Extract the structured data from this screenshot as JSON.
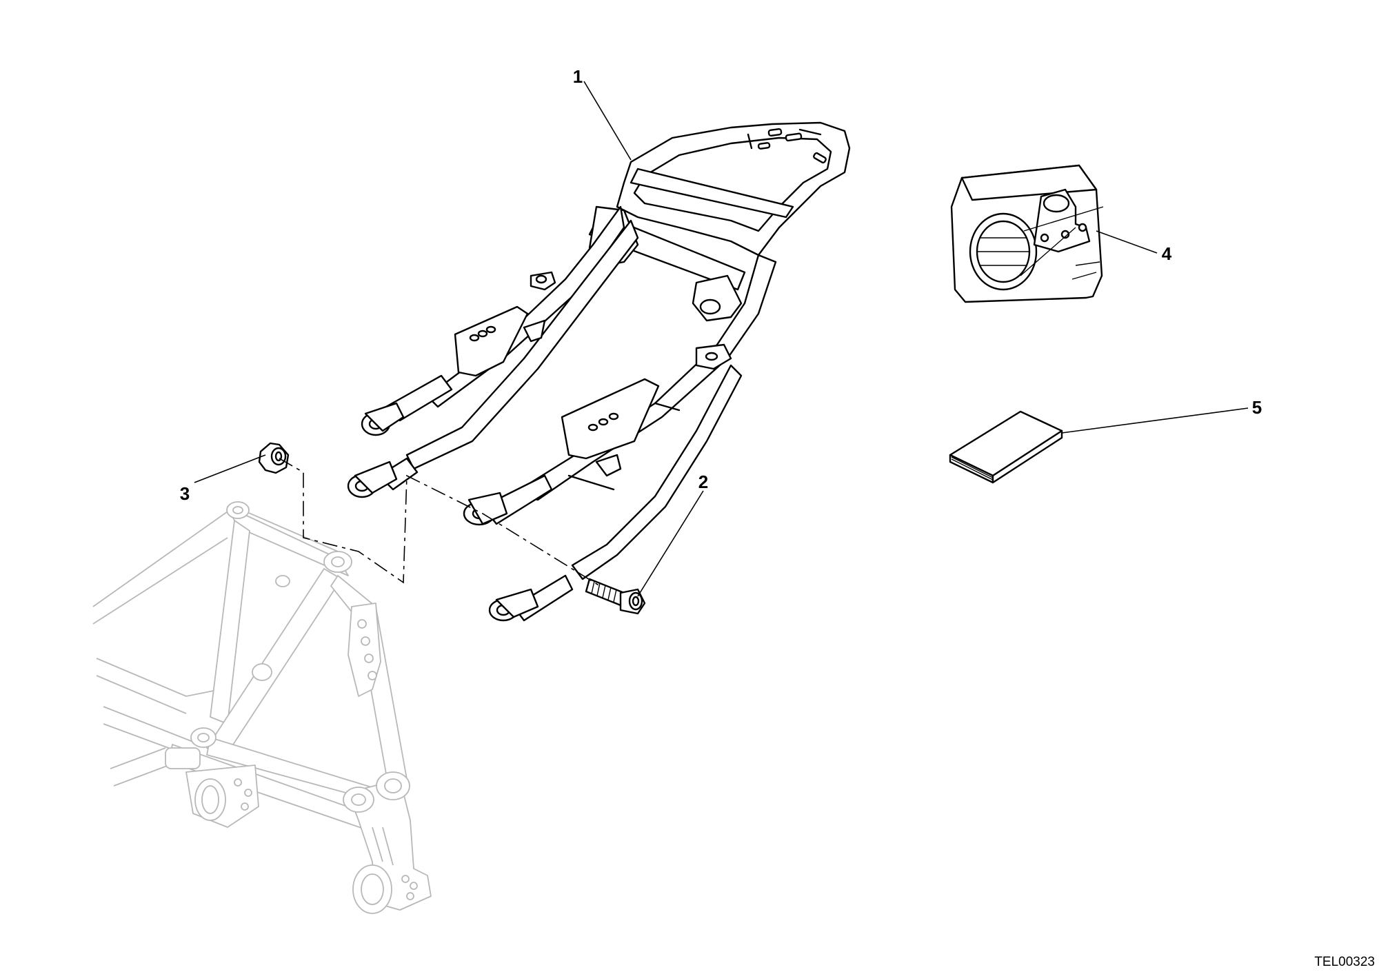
{
  "diagram": {
    "callouts": [
      {
        "id": "1",
        "label": "1"
      },
      {
        "id": "2",
        "label": "2"
      },
      {
        "id": "3",
        "label": "3"
      },
      {
        "id": "4",
        "label": "4"
      },
      {
        "id": "5",
        "label": "5"
      }
    ],
    "reference_code": "TEL00323",
    "colors": {
      "line": "#000000",
      "ghost_frame": "#b8b8b8",
      "background": "#ffffff"
    }
  }
}
